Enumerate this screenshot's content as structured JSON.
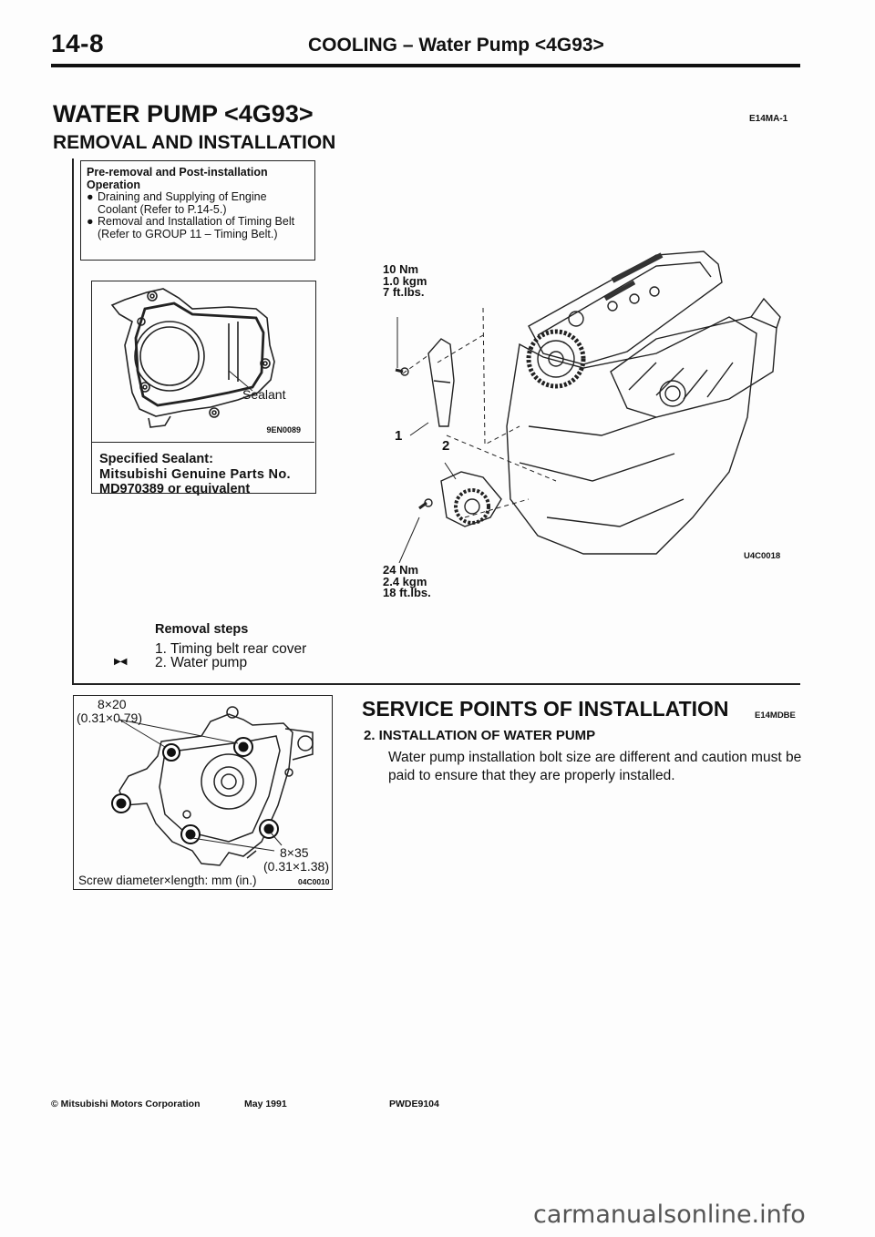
{
  "header": {
    "page_number": "14-8",
    "section_title": "COOLING – Water Pump <4G93>"
  },
  "title": "WATER PUMP <4G93>",
  "title_code": "E14MA-1",
  "subtitle": "REMOVAL AND INSTALLATION",
  "pre_removal": {
    "heading": "Pre-removal and Post-installation Operation",
    "items": [
      "Draining and Supplying of Engine Coolant (Refer to P.14-5.)",
      "Removal and Installation of Timing Belt (Refer to GROUP 11 – Timing Belt.)"
    ]
  },
  "sealant_figure": {
    "label": "Sealant",
    "code": "9EN0089",
    "spec_lines": [
      "Specified Sealant:",
      "Mitsubishi Genuine Parts No.",
      "MD970389 or equivalent"
    ]
  },
  "engine_figure": {
    "code": "U4C0018",
    "torque_top": [
      "10 Nm",
      "1.0 kgm",
      "7 ft.lbs."
    ],
    "torque_bottom": [
      "24 Nm",
      "2.4 kgm",
      "18 ft.lbs."
    ],
    "callouts": [
      "1",
      "2"
    ]
  },
  "removal_steps": {
    "title": "Removal steps",
    "steps": [
      "1. Timing belt rear cover",
      "2. Water pump"
    ]
  },
  "bolt_figure": {
    "size1": "8×20",
    "size1_in": "(0.31×0.79)",
    "size2": "8×35",
    "size2_in": "(0.31×1.38)",
    "caption": "Screw diameter×length: mm (in.)",
    "code": "04C0010"
  },
  "service_points": {
    "title": "SERVICE POINTS OF INSTALLATION",
    "code": "E14MDBE",
    "subtitle": "2. INSTALLATION OF WATER PUMP",
    "text": "Water pump installation bolt size are different and caution must be paid to ensure that they are properly installed."
  },
  "footer": {
    "copyright": "© Mitsubishi Motors Corporation",
    "date": "May 1991",
    "doc_code": "PWDE9104"
  },
  "watermark": "carmanualsonline.info"
}
